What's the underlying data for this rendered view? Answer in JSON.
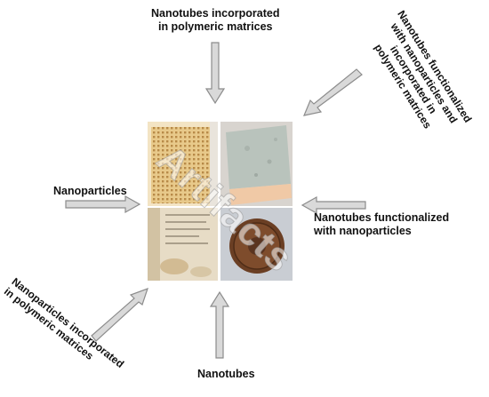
{
  "labels": {
    "top": "Nanotubes incorporated\nin polymeric matrices",
    "top_right": "Nanotubes functionalized\nwith nanoparticles and\nincorporated in\npolymeric matrices",
    "left": "Nanoparticles",
    "right": "Nanotubes functionalized\nwith nanoparticles",
    "bottom_left": "Nanoparticles incorporated\nin polymeric matrices",
    "bottom": "Nanotubes"
  },
  "center": {
    "watermark": "Artifacts",
    "photos": [
      "brick-photo",
      "stone-photo",
      "paper-page-photo",
      "coin-photo"
    ]
  },
  "colors": {
    "arrow_fill": "#d9d9d9",
    "arrow_stroke": "#8c8c8c",
    "text": "#111111"
  }
}
